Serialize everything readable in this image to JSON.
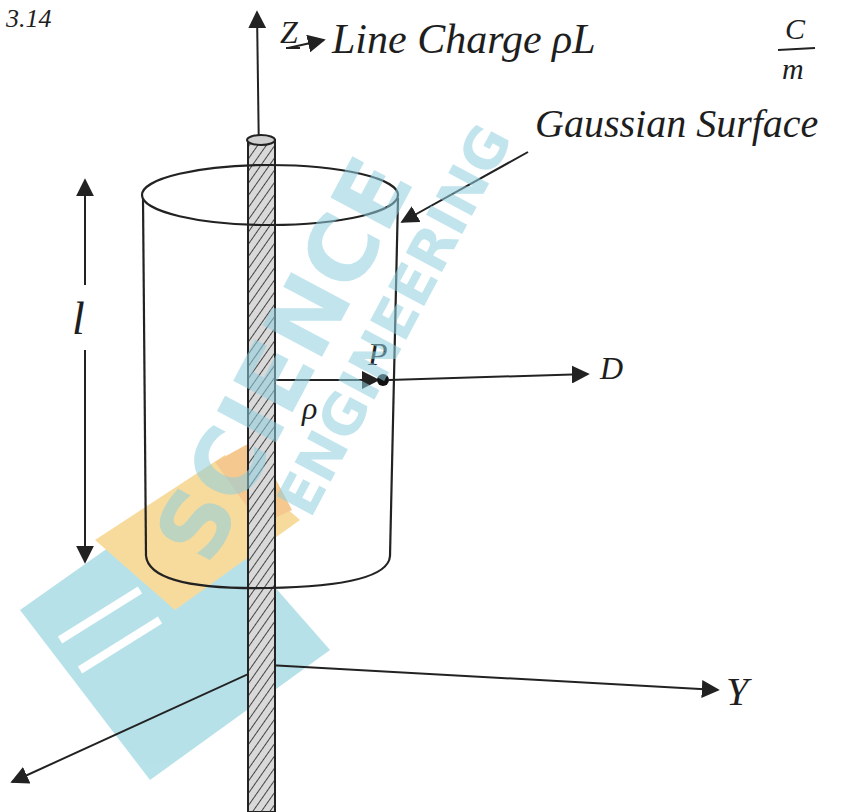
{
  "diagram": {
    "labels": [
      "3.14",
      "Z",
      "Line Charge ρL",
      "C",
      "m",
      "Gaussian Surface",
      "l",
      "P",
      "D",
      "ρ",
      "Y",
      "SCIENCE",
      "ENGINEERING"
    ]
  }
}
